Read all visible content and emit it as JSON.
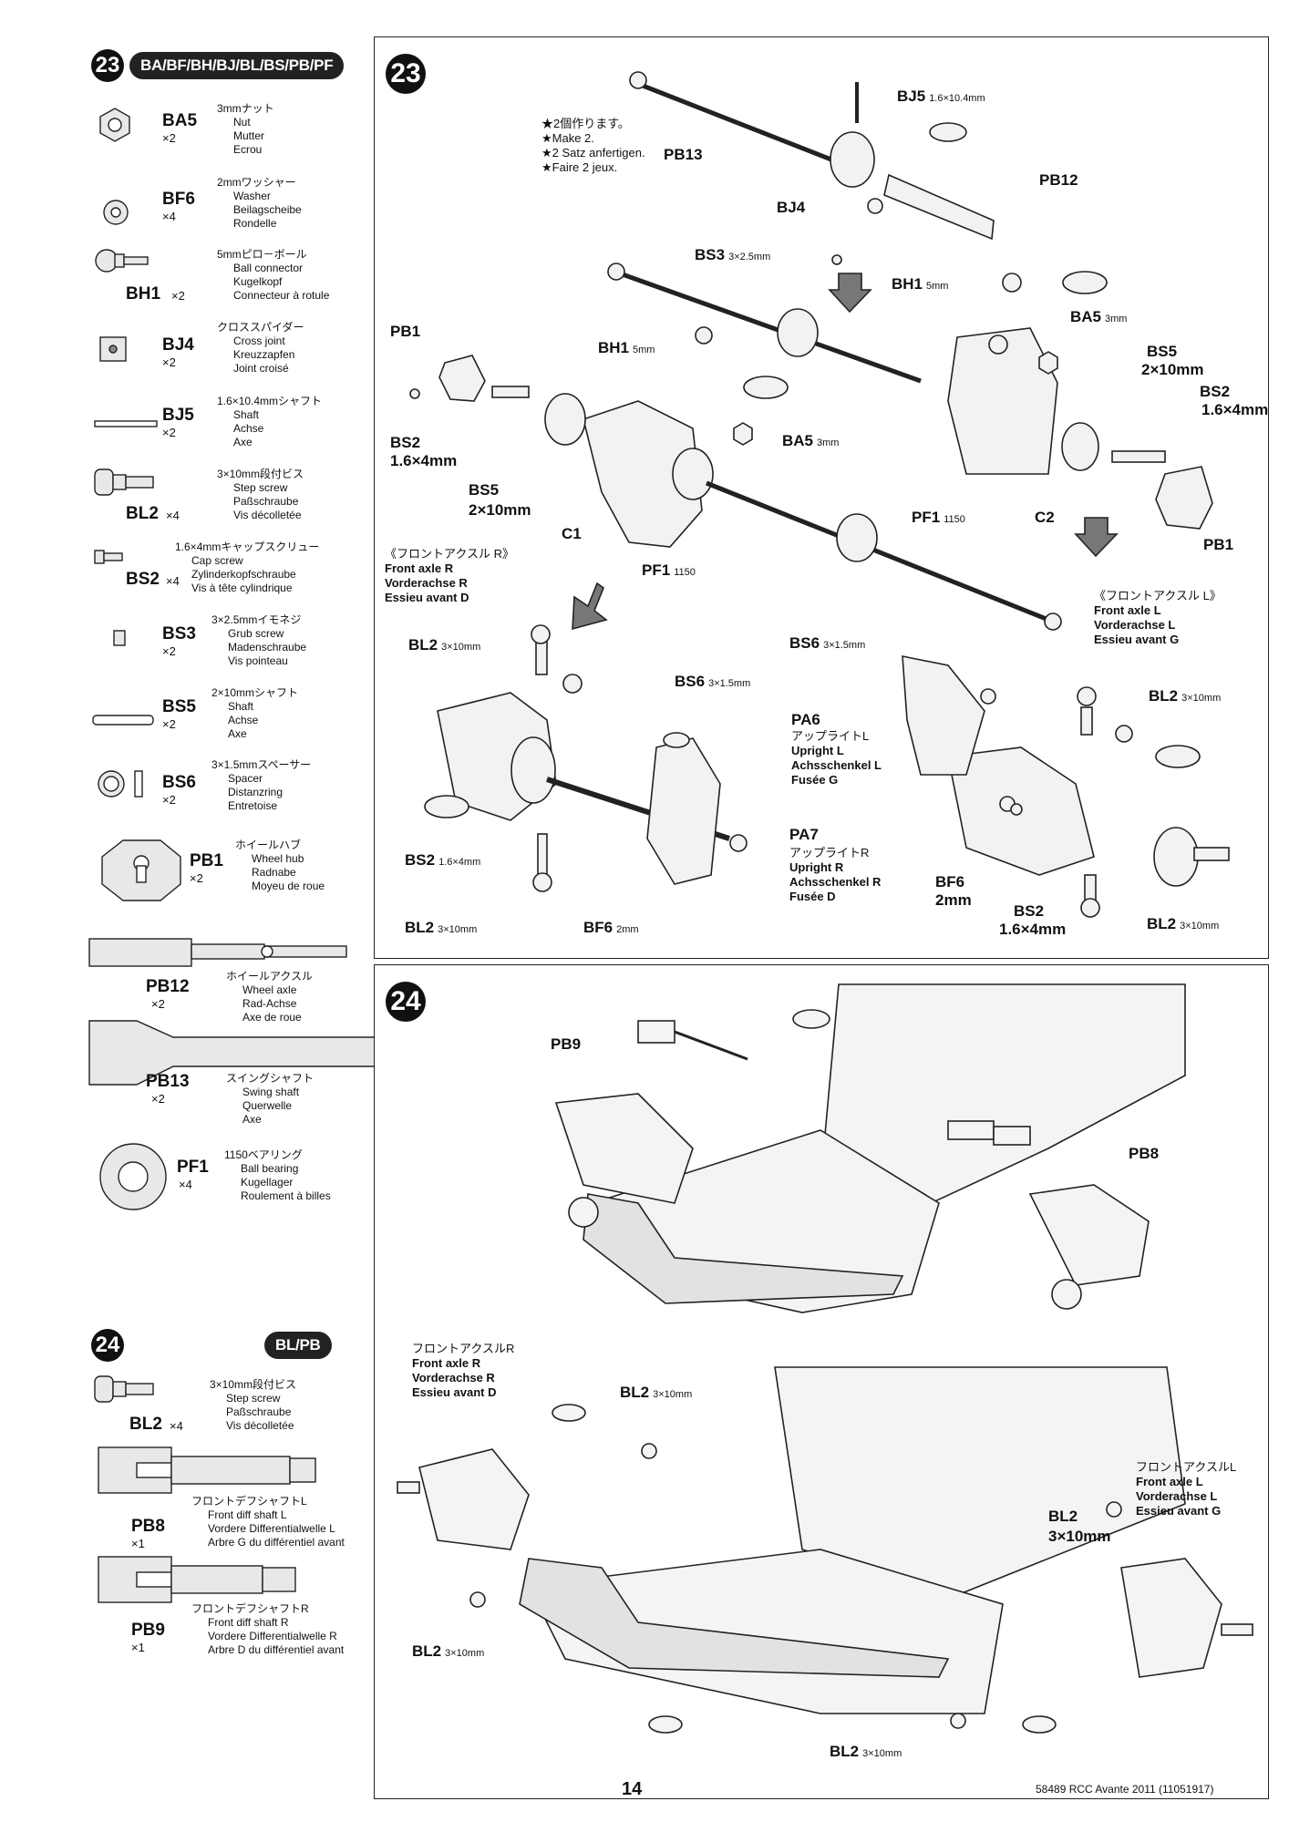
{
  "step23": {
    "number": "23",
    "codes": "BA/BF/BH/BJ/BL/BS/PB/PF",
    "parts": [
      {
        "code": "BA5",
        "qty": "×2",
        "names": [
          "3mmナット",
          "Nut",
          "Mutter",
          "Ecrou"
        ],
        "icon": "nut-icon"
      },
      {
        "code": "BF6",
        "qty": "×4",
        "names": [
          "2mmワッシャー",
          "Washer",
          "Beilagscheibe",
          "Rondelle"
        ],
        "icon": "washer-icon"
      },
      {
        "code": "BH1",
        "qty": "×2",
        "names": [
          "5mmピロ－ボール",
          "Ball connector",
          "Kugelkopf",
          "Connecteur à rotule"
        ],
        "icon": "ball-connector-icon"
      },
      {
        "code": "BJ4",
        "qty": "×2",
        "names": [
          "クロススパイダー",
          "Cross joint",
          "Kreuzzapfen",
          "Joint croisé"
        ],
        "icon": "cross-joint-icon"
      },
      {
        "code": "BJ5",
        "qty": "×2",
        "names": [
          "1.6×10.4mmシャフト",
          "Shaft",
          "Achse",
          "Axe"
        ],
        "icon": "shaft-icon"
      },
      {
        "code": "BL2",
        "qty": "×4",
        "names": [
          "3×10mm段付ビス",
          "Step screw",
          "Paßschraube",
          "Vis décolletée"
        ],
        "icon": "step-screw-icon"
      },
      {
        "code": "BS2",
        "qty": "×4",
        "names": [
          "1.6×4mmキャップスクリュー",
          "Cap screw",
          "Zylinderkopfschraube",
          "Vis à tête cylindrique"
        ],
        "icon": "cap-screw-icon"
      },
      {
        "code": "BS3",
        "qty": "×2",
        "names": [
          "3×2.5mmイモネジ",
          "Grub screw",
          "Madenschraube",
          "Vis pointeau"
        ],
        "icon": "grub-screw-icon"
      },
      {
        "code": "BS5",
        "qty": "×2",
        "names": [
          "2×10mmシャフト",
          "Shaft",
          "Achse",
          "Axe"
        ],
        "icon": "shaft-icon"
      },
      {
        "code": "BS6",
        "qty": "×2",
        "names": [
          "3×1.5mmスペーサー",
          "Spacer",
          "Distanzring",
          "Entretoise"
        ],
        "icon": "spacer-icon"
      },
      {
        "code": "PB1",
        "qty": "×2",
        "names": [
          "ホイールハブ",
          "Wheel hub",
          "Radnabe",
          "Moyeu de roue"
        ],
        "icon": "wheel-hub-icon"
      },
      {
        "code": "PB12",
        "qty": "×2",
        "names": [
          "ホイールアクスル",
          "Wheel axle",
          "Rad-Achse",
          "Axe de roue"
        ],
        "icon": "wheel-axle-icon"
      },
      {
        "code": "PB13",
        "qty": "×2",
        "names": [
          "スイングシャフト",
          "Swing shaft",
          "Querwelle",
          "Axe"
        ],
        "icon": "swing-shaft-icon"
      },
      {
        "code": "PF1",
        "qty": "×4",
        "names": [
          "1150ベアリング",
          "Ball bearing",
          "Kugellager",
          "Roulement à billes"
        ],
        "icon": "bearing-icon"
      }
    ],
    "make_note": [
      "★2個作ります。",
      "★Make 2.",
      "★2 Satz anfertigen.",
      "★Faire 2 jeux."
    ],
    "front_axle_r": [
      "《フロントアクスル R》",
      "Front axle R",
      "Vorderachse R",
      "Essieu avant D"
    ],
    "front_axle_l": [
      "《フロントアクスル L》",
      "Front axle L",
      "Vorderachse L",
      "Essieu avant G"
    ],
    "upright_l": [
      "アップライトL",
      "Upright L",
      "Achsschenkel L",
      "Fusée G"
    ],
    "upright_r": [
      "アップライトR",
      "Upright R",
      "Achsschenkel R",
      "Fusée D"
    ],
    "callouts": {
      "pb13": "PB13",
      "bj5": "BJ5",
      "bj5_size": "1.6×10.4mm",
      "pb12": "PB12",
      "bj4": "BJ4",
      "bs3": "BS3",
      "bs3_size": "3×2.5mm",
      "bh1": "BH1",
      "bh1_size": "5mm",
      "ba5": "BA5",
      "ba5_size": "3mm",
      "bs5": "BS5",
      "bs5_size": "2×10mm",
      "bs2": "BS2",
      "bs2_size": "1.6×4mm",
      "pb1": "PB1",
      "c1": "C1",
      "c2": "C2",
      "pf1": "PF1",
      "pf1_size": "1150",
      "bl2": "BL2",
      "bl2_size": "3×10mm",
      "bs6": "BS6",
      "bs6_size": "3×1.5mm",
      "pa6": "PA6",
      "pa7": "PA7",
      "bf6": "BF6",
      "bf6_size": "2mm"
    }
  },
  "step24": {
    "number": "24",
    "codes": "BL/PB",
    "parts": [
      {
        "code": "BL2",
        "qty": "×4",
        "names": [
          "3×10mm段付ビス",
          "Step screw",
          "Paßschraube",
          "Vis décolletée"
        ],
        "icon": "step-screw-icon"
      },
      {
        "code": "PB8",
        "qty": "×1",
        "names": [
          "フロントデフシャフトL",
          "Front diff shaft L",
          "Vordere Differentialwelle L",
          "Arbre G du différentiel avant"
        ],
        "icon": "diff-shaft-icon"
      },
      {
        "code": "PB9",
        "qty": "×1",
        "names": [
          "フロントデフシャフトR",
          "Front diff shaft R",
          "Vordere Differentialwelle R",
          "Arbre D du différentiel avant"
        ],
        "icon": "diff-shaft-icon"
      }
    ],
    "front_axle_r": [
      "フロントアクスルR",
      "Front axle R",
      "Vorderachse R",
      "Essieu avant D"
    ],
    "front_axle_l": [
      "フロントアクスルL",
      "Front axle L",
      "Vorderachse L",
      "Essieu avant G"
    ],
    "callouts": {
      "pb9": "PB9",
      "pb8": "PB8",
      "bl2": "BL2",
      "bl2_size": "3×10mm"
    }
  },
  "footer": {
    "page": "14",
    "doc": "58489 RCC Avante 2011 (11051917)"
  }
}
